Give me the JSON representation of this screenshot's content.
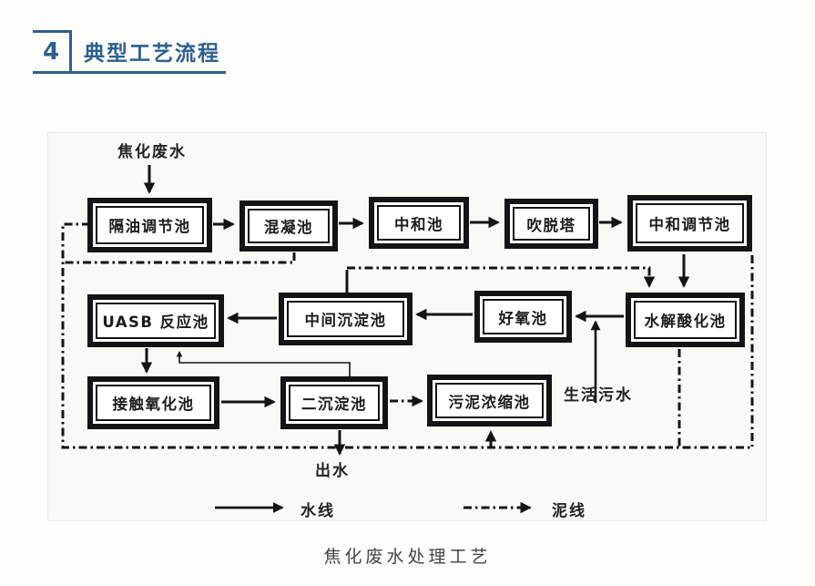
{
  "header": {
    "number": "4",
    "title": "典型工艺流程"
  },
  "diagram": {
    "feed_label": "焦化废水",
    "nodes": [
      {
        "label": "隔油调节池"
      },
      {
        "label": "混凝池"
      },
      {
        "label": "中和池"
      },
      {
        "label": "吹脱塔"
      },
      {
        "label": "中和调节池"
      },
      {
        "label": "UASB 反应池"
      },
      {
        "label": "中间沉淀池"
      },
      {
        "label": "好氧池"
      },
      {
        "label": "水解酸化池"
      },
      {
        "label": "接触氧化池"
      },
      {
        "label": "二沉淀池"
      },
      {
        "label": "污泥浓缩池"
      }
    ],
    "domestic_sewage_label": "生活污水",
    "effluent_label": "出水",
    "legend": {
      "water_label": "水线",
      "sludge_label": "泥线"
    },
    "caption": "焦化废水处理工艺"
  },
  "colors": {
    "accent": "#2d618e",
    "line": "#141414"
  }
}
